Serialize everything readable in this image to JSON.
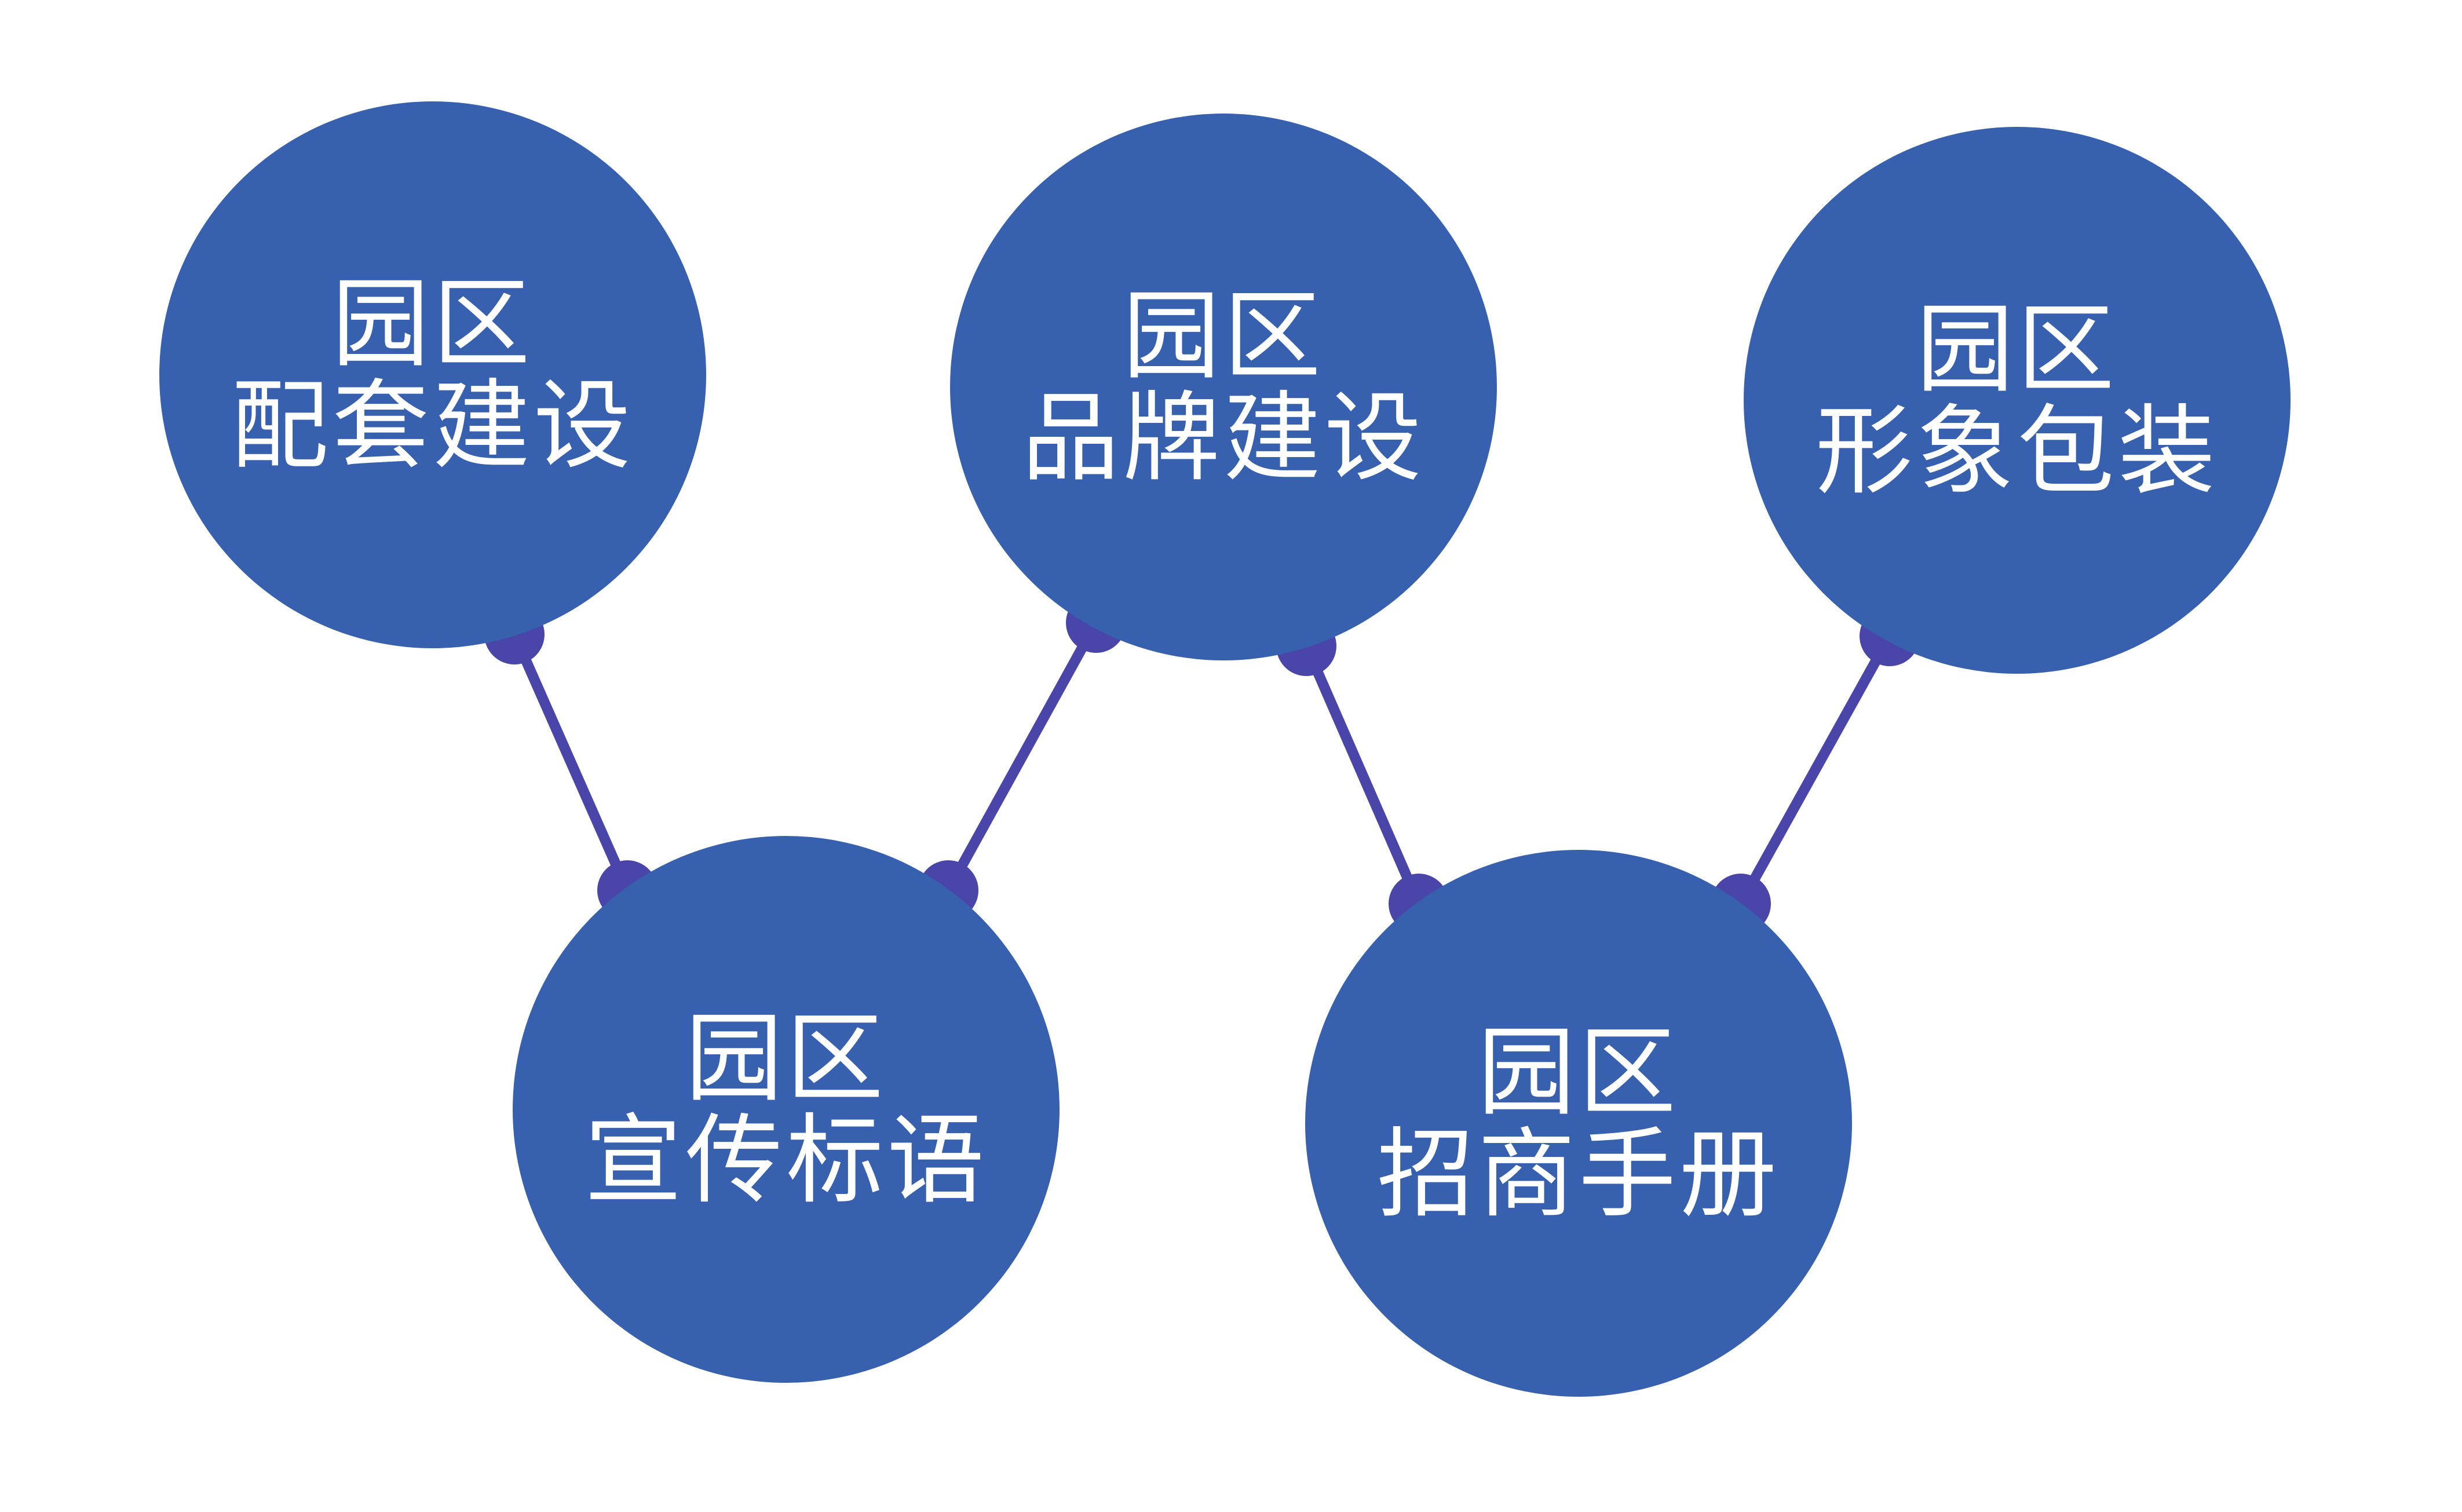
{
  "diagram": {
    "colors": {
      "circle": "#3760AE",
      "connector": "#4A45A8",
      "text": "#FFFFFF",
      "background": "#FFFFFF"
    },
    "nodes": [
      {
        "id": "n1",
        "line1": "园区",
        "line2": "配套建设"
      },
      {
        "id": "n2",
        "line1": "园区",
        "line2": "品牌建设"
      },
      {
        "id": "n3",
        "line1": "园区",
        "line2": "形象包装"
      },
      {
        "id": "n4",
        "line1": "园区",
        "line2": "宣传标语"
      },
      {
        "id": "n5",
        "line1": "园区",
        "line2": "招商手册"
      }
    ],
    "connections": [
      {
        "from": "n1",
        "to": "n4"
      },
      {
        "from": "n4",
        "to": "n2"
      },
      {
        "from": "n2",
        "to": "n5"
      },
      {
        "from": "n5",
        "to": "n3"
      }
    ]
  }
}
